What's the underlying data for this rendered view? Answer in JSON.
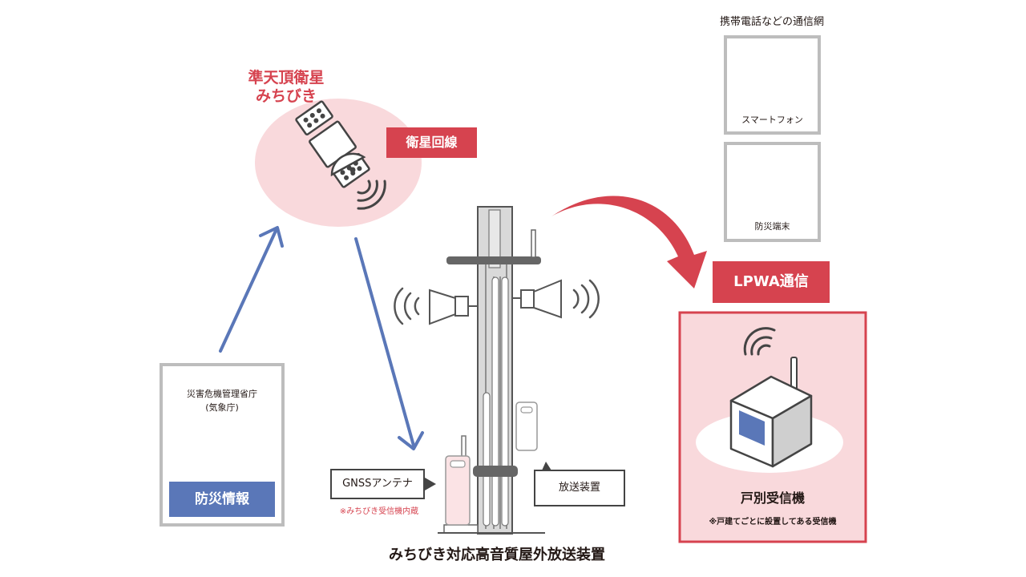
{
  "satellite": {
    "title_line1": "準天頂衛星",
    "title_line2": "みちびき",
    "link_label": "衛星回線"
  },
  "network": {
    "title": "携帯電話などの通信網",
    "devices": [
      {
        "label": "スマートフォン",
        "icon": "smartphone-mail-icon"
      },
      {
        "label": "防災端末",
        "icon": "tablet-gear-icon"
      }
    ]
  },
  "lpwa": {
    "label": "LPWA通信"
  },
  "receiver": {
    "title": "戸別受信機",
    "note": "※戸建てごとに設置してある受信機"
  },
  "agency": {
    "name_line1": "災害危機管理省庁",
    "name_line2": "(気象庁)",
    "info_label": "防災情報"
  },
  "tower": {
    "gnss_label": "GNSSアンテナ",
    "gnss_note": "※みちびき受信機内蔵",
    "broadcast_label": "放送装置",
    "caption": "みちびき対応高音質屋外放送装置"
  },
  "colors": {
    "accent_red": "#d6434f",
    "accent_blue": "#5a77b8",
    "pink_bg": "#f9d9dc",
    "gray_border": "#bdbdbd"
  }
}
